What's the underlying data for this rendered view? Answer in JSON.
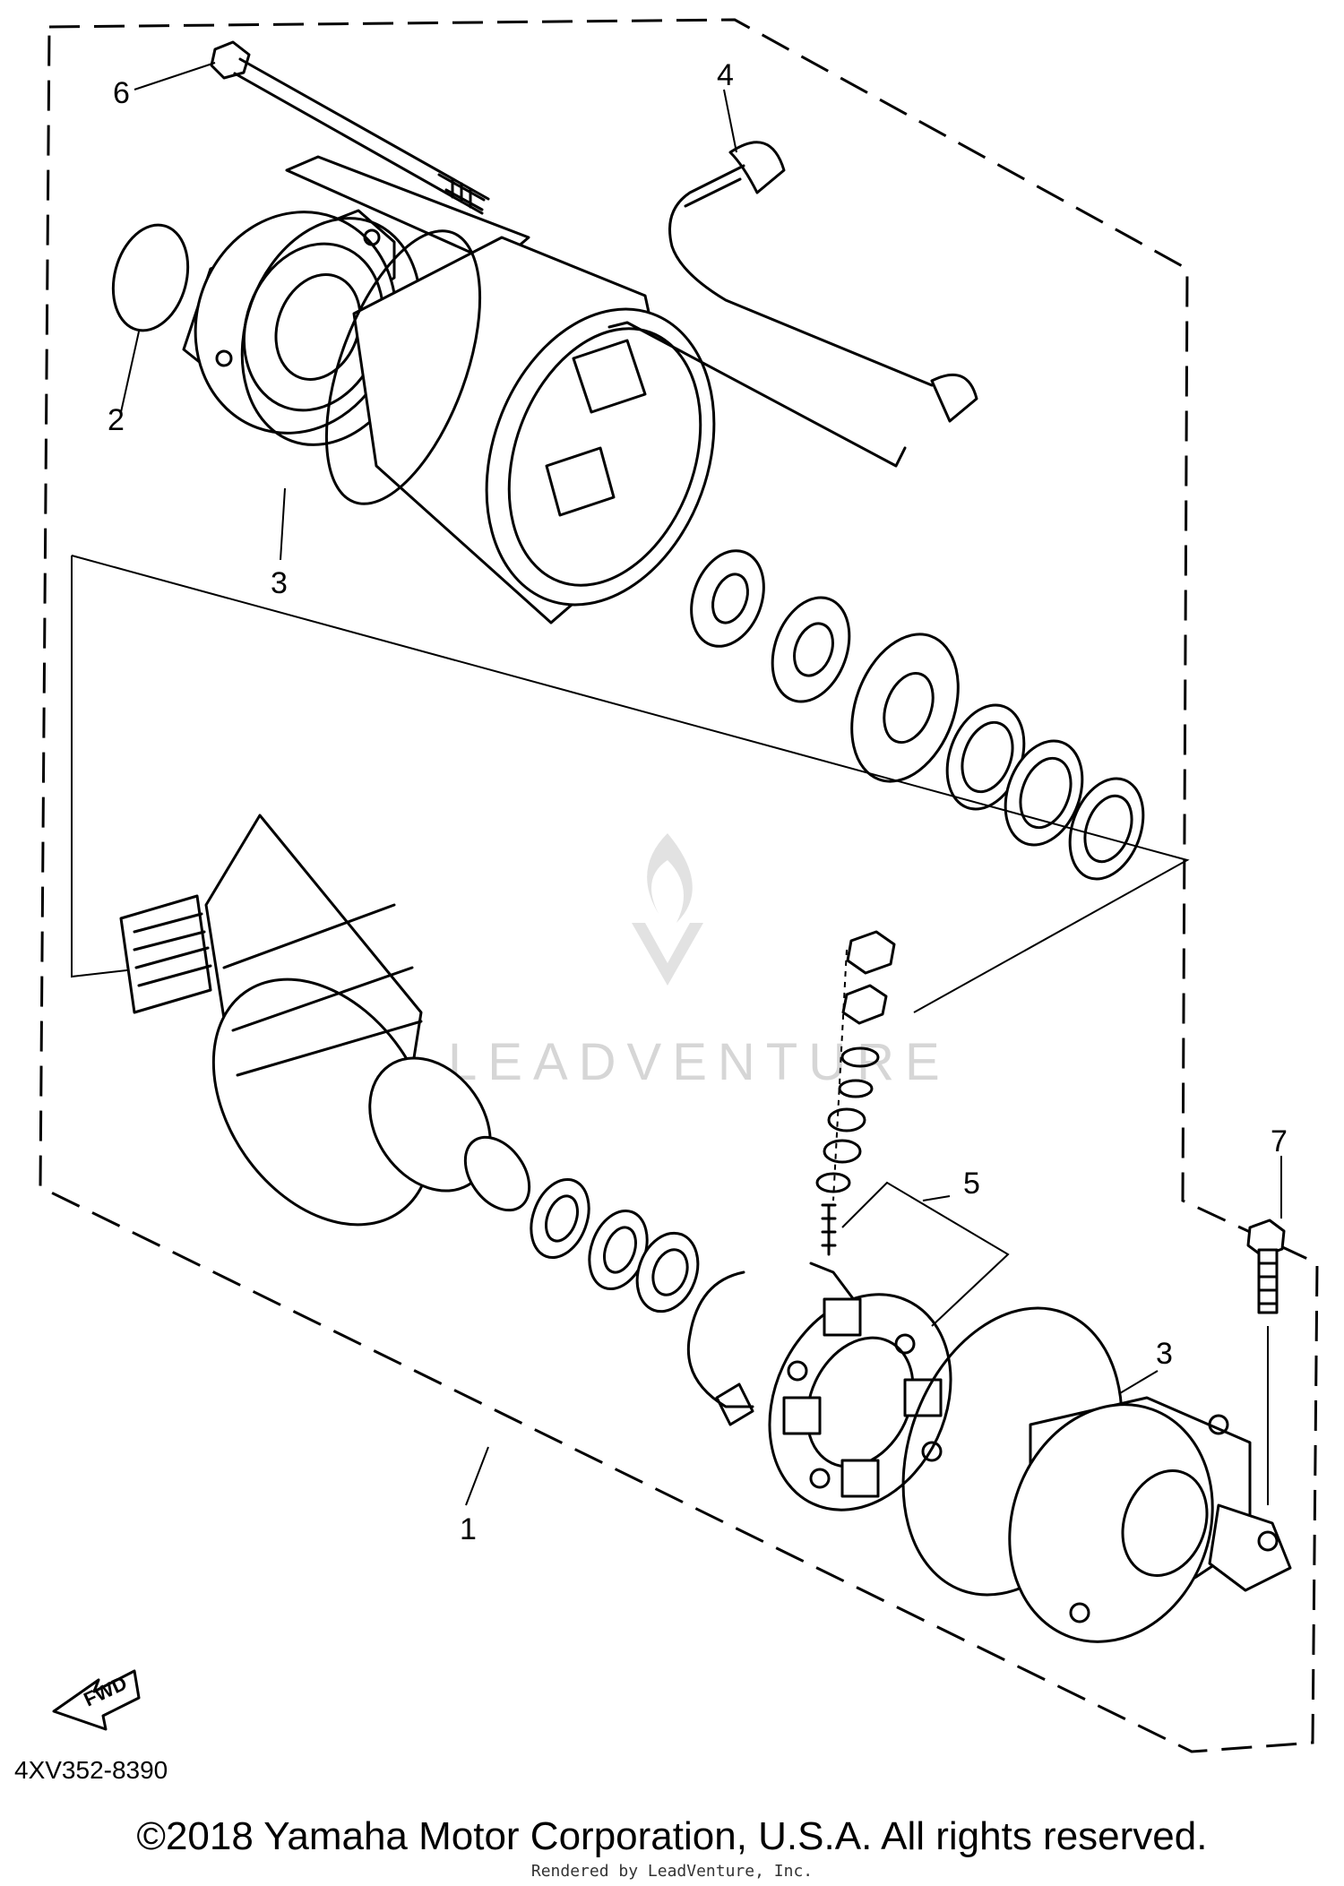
{
  "diagram": {
    "callouts": [
      {
        "id": "1",
        "label": "1"
      },
      {
        "id": "2",
        "label": "2"
      },
      {
        "id": "3a",
        "label": "3"
      },
      {
        "id": "3b",
        "label": "3"
      },
      {
        "id": "4",
        "label": "4"
      },
      {
        "id": "5",
        "label": "5"
      },
      {
        "id": "6",
        "label": "6"
      },
      {
        "id": "7",
        "label": "7"
      }
    ],
    "fwd_label": "FWD",
    "watermark": "LEADVENTURE",
    "diagram_code": "4XV352-8390"
  },
  "footer": {
    "copyright": "©2018 Yamaha Motor Corporation, U.S.A. All rights reserved.",
    "rendered_by": "Rendered by LeadVenture, Inc."
  }
}
